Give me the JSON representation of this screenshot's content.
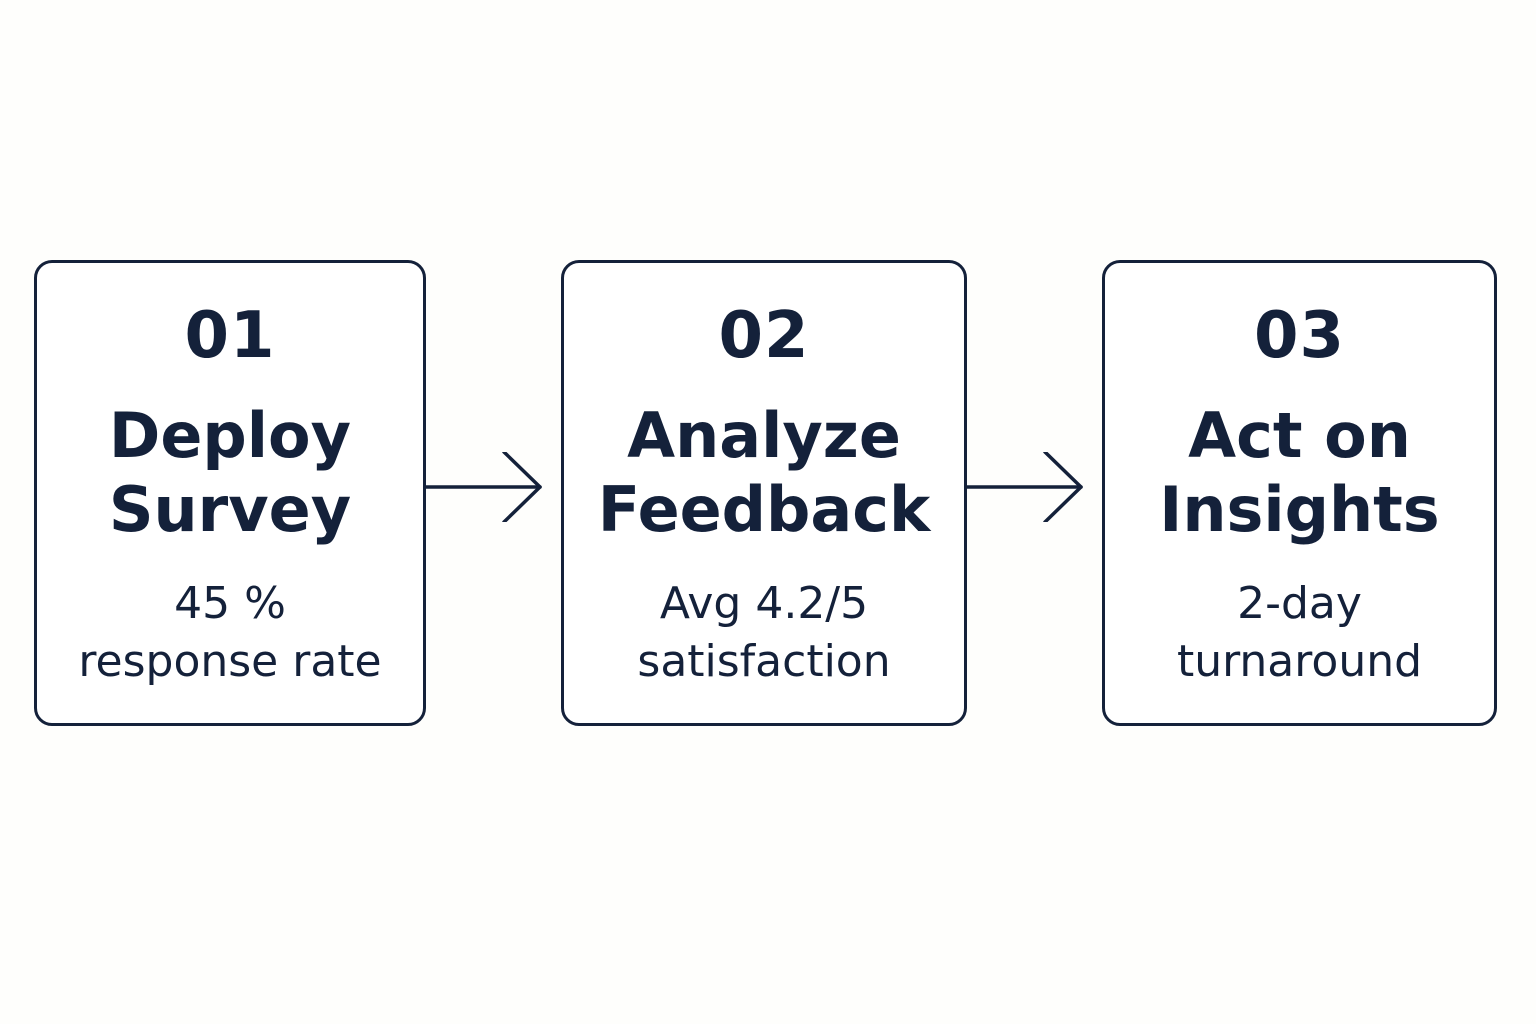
{
  "colors": {
    "background": "#fefefc",
    "ink": "#14213a",
    "box_fill": "#ffffff"
  },
  "steps": [
    {
      "number": "01",
      "title_lines": [
        "Deploy",
        "Survey"
      ],
      "metric_lines": [
        "45 %",
        "response rate"
      ]
    },
    {
      "number": "02",
      "title_lines": [
        "Analyze",
        "Feedback"
      ],
      "metric_lines": [
        "Avg 4.2/5",
        "satisfaction"
      ]
    },
    {
      "number": "03",
      "title_lines": [
        "Act on",
        "Insights"
      ],
      "metric_lines": [
        "2-day",
        "turnaround"
      ]
    }
  ],
  "connectors": [
    {
      "from": "01",
      "to": "02",
      "icon": "arrow-right-icon"
    },
    {
      "from": "02",
      "to": "03",
      "icon": "arrow-right-icon"
    }
  ]
}
